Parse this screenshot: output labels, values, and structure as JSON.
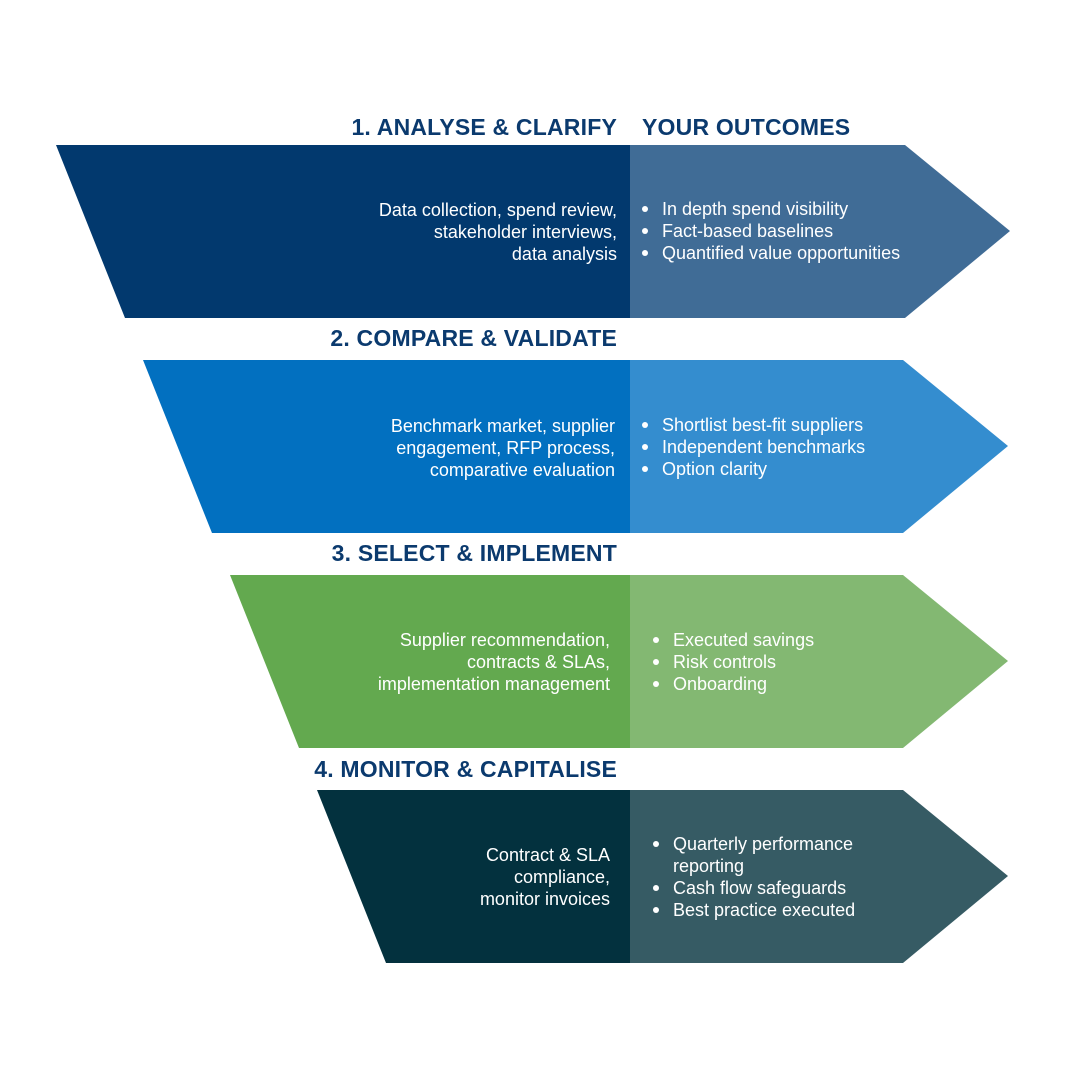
{
  "colors": {
    "heading_text": "#0b3a6e",
    "stage1_left": "#02396e",
    "stage1_right": "#406c96",
    "stage2_left": "#0270c0",
    "stage2_right": "#348dcf",
    "stage3_left": "#63a94f",
    "stage3_right": "#83b872",
    "stage4_left": "#03313e",
    "stage4_right": "#365b64"
  },
  "outcomes_heading": "YOUR OUTCOMES",
  "stages": [
    {
      "title": "1. ANALYSE & CLARIFY",
      "description_lines": [
        "Data collection, spend review,",
        "stakeholder interviews,",
        "data analysis"
      ],
      "outcomes": [
        "In depth spend visibility",
        "Fact-based baselines",
        "Quantified value opportunities"
      ]
    },
    {
      "title": "2. COMPARE & VALIDATE",
      "description_lines": [
        "Benchmark market, supplier",
        "engagement, RFP process,",
        "comparative evaluation"
      ],
      "outcomes": [
        "Shortlist best-fit suppliers",
        "Independent benchmarks",
        "Option clarity"
      ]
    },
    {
      "title": "3. SELECT & IMPLEMENT",
      "description_lines": [
        "Supplier recommendation,",
        "contracts & SLAs,",
        "implementation management"
      ],
      "outcomes": [
        "Executed savings",
        "Risk controls",
        "Onboarding"
      ]
    },
    {
      "title": "4. MONITOR & CAPITALISE",
      "description_lines": [
        "Contract & SLA",
        "compliance,",
        "monitor invoices"
      ],
      "outcomes": [
        "Quarterly performance reporting",
        "Cash flow safeguards",
        "Best practice executed"
      ]
    }
  ]
}
